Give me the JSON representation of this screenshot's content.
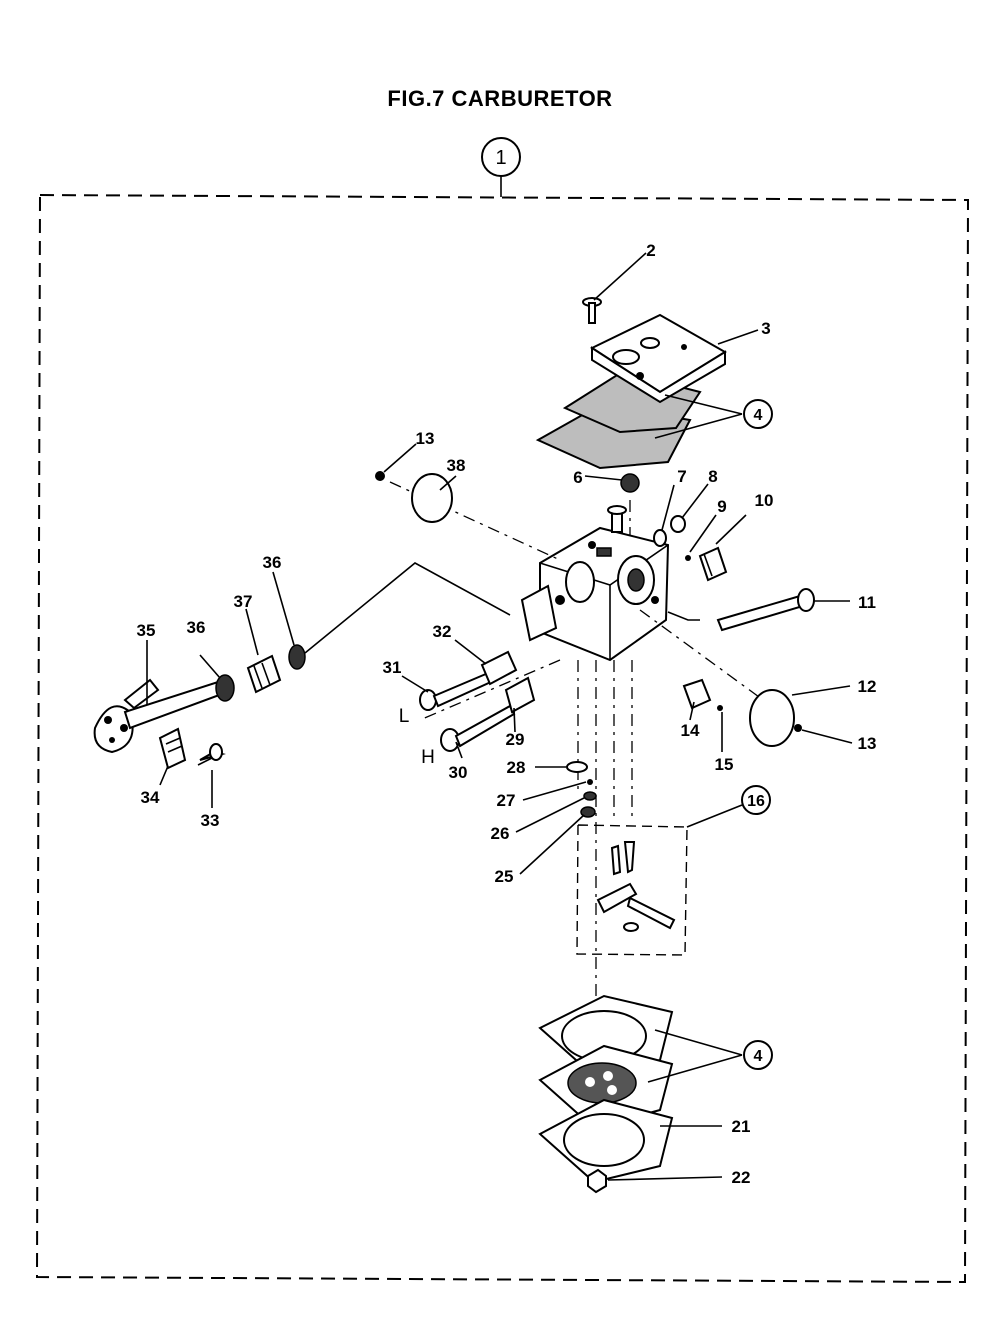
{
  "title": "FIG.7 CARBURETOR",
  "callouts": {
    "c1": "1",
    "c2": "2",
    "c3": "3",
    "c4a": "4",
    "c4b": "4",
    "c6": "6",
    "c7": "7",
    "c8": "8",
    "c9": "9",
    "c10": "10",
    "c11": "11",
    "c12": "12",
    "c13a": "13",
    "c13b": "13",
    "c14": "14",
    "c15": "15",
    "c16": "16",
    "c21": "21",
    "c22": "22",
    "c25": "25",
    "c26": "26",
    "c27": "27",
    "c28": "28",
    "c29": "29",
    "c30": "30",
    "c31": "31",
    "c32": "32",
    "c33": "33",
    "c34": "34",
    "c35": "35",
    "c36a": "36",
    "c36b": "36",
    "c37": "37",
    "c38": "38"
  },
  "adjust_labels": {
    "low": "L",
    "high": "H"
  }
}
